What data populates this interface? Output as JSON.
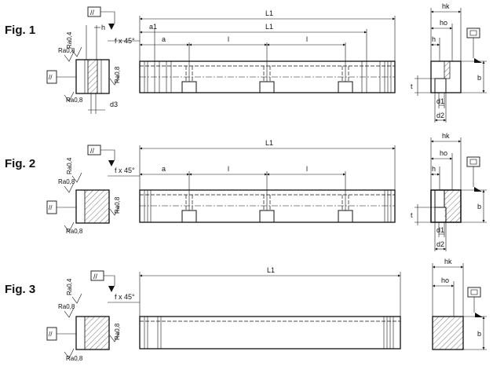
{
  "figures": [
    {
      "label": "Fig. 1",
      "left_view": {
        "roughness_top": "Ra0,4",
        "roughness_left": "Ra0,8",
        "roughness_right": "Ra0,8",
        "roughness_bottom": "Ra0,8",
        "parallelism_symbol": "//",
        "chamfer": "f x 45°",
        "dim_h": "h",
        "dim_d3": "d3"
      },
      "middle_view": {
        "dim_L1_total": "L1",
        "dim_L1_inner": "L1",
        "dim_a1": "a1",
        "dim_a": "a",
        "dim_l_1": "l",
        "dim_l_2": "l"
      },
      "right_view": {
        "dim_hk": "hk",
        "dim_ho": "ho",
        "dim_h": "h",
        "dim_b": "b",
        "dim_t": "t",
        "dim_d1": "d1",
        "dim_d2": "d2",
        "flatness_symbol": "⏥"
      }
    },
    {
      "label": "Fig. 2",
      "left_view": {
        "roughness_top": "Ra0,4",
        "roughness_left": "Ra0,8",
        "roughness_right": "Ra0,8",
        "roughness_bottom": "Ra0,8",
        "parallelism_symbol": "//",
        "chamfer": "f x 45°"
      },
      "middle_view": {
        "dim_L1_total": "L1",
        "dim_a": "a",
        "dim_l_1": "l",
        "dim_l_2": "l"
      },
      "right_view": {
        "dim_hk": "hk",
        "dim_ho": "ho",
        "dim_h": "h",
        "dim_b": "b",
        "dim_t": "t",
        "dim_d1": "d1",
        "dim_d2": "d2",
        "flatness_symbol": "⏥"
      }
    },
    {
      "label": "Fig. 3",
      "left_view": {
        "roughness_top": "Ra0,4",
        "roughness_left": "Ra0,8",
        "roughness_right": "Ra0,8",
        "roughness_bottom": "Ra0,8",
        "parallelism_symbol": "//",
        "chamfer": "f x 45°"
      },
      "middle_view": {
        "dim_L1_total": "L1"
      },
      "right_view": {
        "dim_hk": "hk",
        "dim_ho": "ho",
        "dim_b": "b",
        "flatness_symbol": "⏥"
      }
    }
  ]
}
